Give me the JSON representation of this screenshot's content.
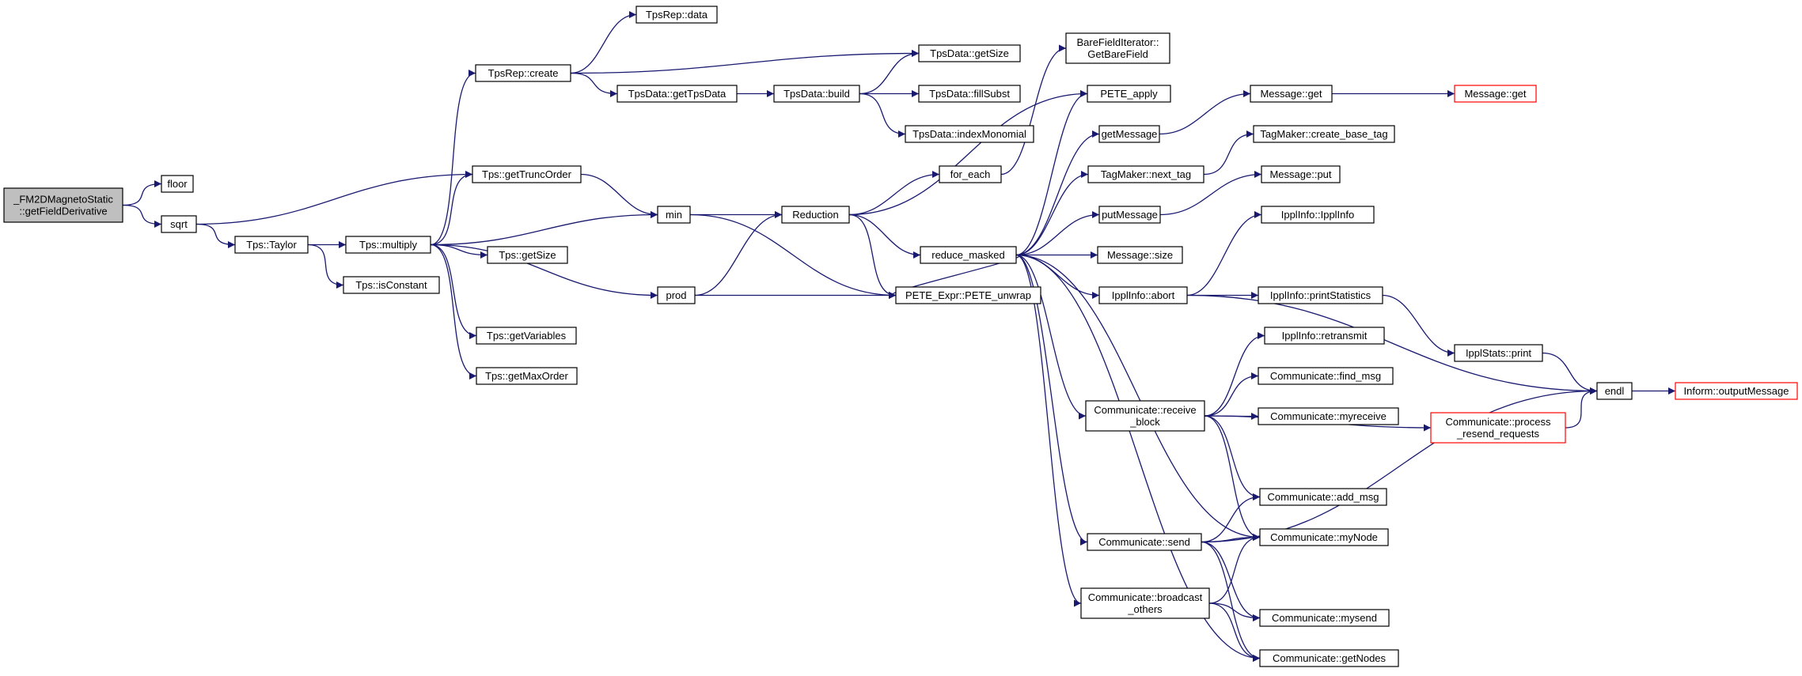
{
  "colors": {
    "edge": "#191970",
    "border": "#000000",
    "root_fill": "#bfbfbf",
    "trunc_border": "#ff0000",
    "bg": "#ffffff"
  },
  "nodes": [
    {
      "id": "root",
      "lines": [
        "_FM2DMagnetoStatic",
        "::getFieldDerivative"
      ],
      "style": "root"
    },
    {
      "id": "floor",
      "lines": [
        "floor"
      ]
    },
    {
      "id": "sqrt",
      "lines": [
        "sqrt"
      ]
    },
    {
      "id": "tps_taylor",
      "lines": [
        "Tps::Taylor"
      ]
    },
    {
      "id": "tps_multiply",
      "lines": [
        "Tps::multiply"
      ]
    },
    {
      "id": "tps_isconstant",
      "lines": [
        "Tps::isConstant"
      ]
    },
    {
      "id": "tpsrep_create",
      "lines": [
        "TpsRep::create"
      ]
    },
    {
      "id": "tpsrep_data",
      "lines": [
        "TpsRep::data"
      ]
    },
    {
      "id": "tps_gettruncorder",
      "lines": [
        "Tps::getTruncOrder"
      ]
    },
    {
      "id": "tps_getsize",
      "lines": [
        "Tps::getSize"
      ]
    },
    {
      "id": "tps_getvariables",
      "lines": [
        "Tps::getVariables"
      ]
    },
    {
      "id": "tps_getmaxorder",
      "lines": [
        "Tps::getMaxOrder"
      ]
    },
    {
      "id": "tpsdata_gettpsdata",
      "lines": [
        "TpsData::getTpsData"
      ]
    },
    {
      "id": "tpsdata_build",
      "lines": [
        "TpsData::build"
      ]
    },
    {
      "id": "tpsdata_getsize",
      "lines": [
        "TpsData::getSize"
      ]
    },
    {
      "id": "tpsdata_fillsubst",
      "lines": [
        "TpsData::fillSubst"
      ]
    },
    {
      "id": "tpsdata_indexmonomial",
      "lines": [
        "TpsData::indexMonomial"
      ]
    },
    {
      "id": "min",
      "lines": [
        "min"
      ]
    },
    {
      "id": "prod",
      "lines": [
        "prod"
      ]
    },
    {
      "id": "reduction",
      "lines": [
        "Reduction"
      ]
    },
    {
      "id": "for_each",
      "lines": [
        "for_each"
      ]
    },
    {
      "id": "reduce_masked",
      "lines": [
        "reduce_masked"
      ]
    },
    {
      "id": "pete_unwrap",
      "lines": [
        "PETE_Expr::PETE_unwrap"
      ]
    },
    {
      "id": "bfi_getbarefield",
      "lines": [
        "BareFieldIterator::",
        "GetBareField"
      ]
    },
    {
      "id": "pete_apply",
      "lines": [
        "PETE_apply"
      ]
    },
    {
      "id": "getmessage",
      "lines": [
        "getMessage"
      ]
    },
    {
      "id": "tagmaker_next_tag",
      "lines": [
        "TagMaker::next_tag"
      ]
    },
    {
      "id": "putmessage",
      "lines": [
        "putMessage"
      ]
    },
    {
      "id": "message_size",
      "lines": [
        "Message::size"
      ]
    },
    {
      "id": "ipplinfo_abort",
      "lines": [
        "IpplInfo::abort"
      ]
    },
    {
      "id": "comm_receive_block",
      "lines": [
        "Communicate::receive",
        "_block"
      ]
    },
    {
      "id": "comm_send",
      "lines": [
        "Communicate::send"
      ]
    },
    {
      "id": "comm_broadcast_others",
      "lines": [
        "Communicate::broadcast",
        "_others"
      ]
    },
    {
      "id": "message_get",
      "lines": [
        "Message::get"
      ]
    },
    {
      "id": "message_get_trunc",
      "lines": [
        "Message::get"
      ],
      "style": "truncated"
    },
    {
      "id": "tagmaker_create_base_tag",
      "lines": [
        "TagMaker::create_base_tag"
      ]
    },
    {
      "id": "message_put",
      "lines": [
        "Message::put"
      ]
    },
    {
      "id": "ipplinfo_ipplinfo",
      "lines": [
        "IpplInfo::IpplInfo"
      ]
    },
    {
      "id": "ipplinfo_printstatistics",
      "lines": [
        "IpplInfo::printStatistics"
      ]
    },
    {
      "id": "ipplinfo_retransmit",
      "lines": [
        "IpplInfo::retransmit"
      ]
    },
    {
      "id": "comm_find_msg",
      "lines": [
        "Communicate::find_msg"
      ]
    },
    {
      "id": "comm_myreceive",
      "lines": [
        "Communicate::myreceive"
      ]
    },
    {
      "id": "comm_process_resend",
      "lines": [
        "Communicate::process",
        "_resend_requests"
      ],
      "style": "truncated"
    },
    {
      "id": "comm_add_msg",
      "lines": [
        "Communicate::add_msg"
      ]
    },
    {
      "id": "comm_mynode",
      "lines": [
        "Communicate::myNode"
      ]
    },
    {
      "id": "comm_mysend",
      "lines": [
        "Communicate::mysend"
      ]
    },
    {
      "id": "comm_getnodes",
      "lines": [
        "Communicate::getNodes"
      ]
    },
    {
      "id": "ipplstats_print",
      "lines": [
        "IpplStats::print"
      ]
    },
    {
      "id": "endl",
      "lines": [
        "endl"
      ]
    },
    {
      "id": "inform_outputmessage",
      "lines": [
        "Inform::outputMessage"
      ],
      "style": "truncated"
    }
  ],
  "edges": [
    [
      "root",
      "floor"
    ],
    [
      "root",
      "sqrt"
    ],
    [
      "sqrt",
      "tps_gettruncorder"
    ],
    [
      "sqrt",
      "tps_taylor"
    ],
    [
      "tps_taylor",
      "tps_multiply"
    ],
    [
      "tps_taylor",
      "tps_isconstant"
    ],
    [
      "tps_multiply",
      "tpsrep_create"
    ],
    [
      "tps_multiply",
      "tps_gettruncorder"
    ],
    [
      "tps_multiply",
      "min"
    ],
    [
      "tps_multiply",
      "tps_getsize"
    ],
    [
      "tps_multiply",
      "prod"
    ],
    [
      "tps_multiply",
      "tps_getvariables"
    ],
    [
      "tps_multiply",
      "tps_getmaxorder"
    ],
    [
      "tpsrep_create",
      "tpsrep_data"
    ],
    [
      "tpsrep_create",
      "tpsdata_getsize"
    ],
    [
      "tpsrep_create",
      "tpsdata_gettpsdata"
    ],
    [
      "tpsdata_gettpsdata",
      "tpsdata_build"
    ],
    [
      "tpsdata_build",
      "tpsdata_getsize"
    ],
    [
      "tpsdata_build",
      "tpsdata_fillsubst"
    ],
    [
      "tpsdata_build",
      "tpsdata_indexmonomial"
    ],
    [
      "tps_gettruncorder",
      "min"
    ],
    [
      "min",
      "reduction"
    ],
    [
      "min",
      "pete_unwrap"
    ],
    [
      "prod",
      "reduction"
    ],
    [
      "prod",
      "pete_unwrap"
    ],
    [
      "reduction",
      "for_each"
    ],
    [
      "reduction",
      "pete_apply"
    ],
    [
      "reduction",
      "reduce_masked"
    ],
    [
      "reduction",
      "pete_unwrap"
    ],
    [
      "for_each",
      "bfi_getbarefield"
    ],
    [
      "reduce_masked",
      "pete_apply"
    ],
    [
      "reduce_masked",
      "pete_unwrap"
    ],
    [
      "reduce_masked",
      "getmessage"
    ],
    [
      "reduce_masked",
      "tagmaker_next_tag"
    ],
    [
      "reduce_masked",
      "putmessage"
    ],
    [
      "reduce_masked",
      "message_size"
    ],
    [
      "reduce_masked",
      "ipplinfo_abort"
    ],
    [
      "reduce_masked",
      "comm_receive_block"
    ],
    [
      "reduce_masked",
      "comm_mynode"
    ],
    [
      "reduce_masked",
      "comm_send"
    ],
    [
      "reduce_masked",
      "comm_broadcast_others"
    ],
    [
      "reduce_masked",
      "comm_getnodes"
    ],
    [
      "getmessage",
      "message_get"
    ],
    [
      "message_get",
      "message_get_trunc"
    ],
    [
      "tagmaker_next_tag",
      "tagmaker_create_base_tag"
    ],
    [
      "putmessage",
      "message_put"
    ],
    [
      "ipplinfo_abort",
      "ipplinfo_ipplinfo"
    ],
    [
      "ipplinfo_abort",
      "ipplinfo_printstatistics"
    ],
    [
      "ipplinfo_abort",
      "endl"
    ],
    [
      "ipplinfo_printstatistics",
      "ipplstats_print"
    ],
    [
      "ipplstats_print",
      "endl"
    ],
    [
      "comm_receive_block",
      "ipplinfo_retransmit"
    ],
    [
      "comm_receive_block",
      "comm_find_msg"
    ],
    [
      "comm_receive_block",
      "comm_myreceive"
    ],
    [
      "comm_receive_block",
      "comm_process_resend"
    ],
    [
      "comm_receive_block",
      "comm_add_msg"
    ],
    [
      "comm_receive_block",
      "comm_mynode"
    ],
    [
      "comm_process_resend",
      "endl"
    ],
    [
      "comm_send",
      "comm_add_msg"
    ],
    [
      "comm_send",
      "comm_mynode"
    ],
    [
      "comm_send",
      "endl"
    ],
    [
      "comm_send",
      "comm_mysend"
    ],
    [
      "comm_send",
      "comm_getnodes"
    ],
    [
      "comm_broadcast_others",
      "comm_mynode"
    ],
    [
      "comm_broadcast_others",
      "comm_mysend"
    ],
    [
      "comm_broadcast_others",
      "comm_getnodes"
    ],
    [
      "endl",
      "inform_outputmessage"
    ]
  ]
}
